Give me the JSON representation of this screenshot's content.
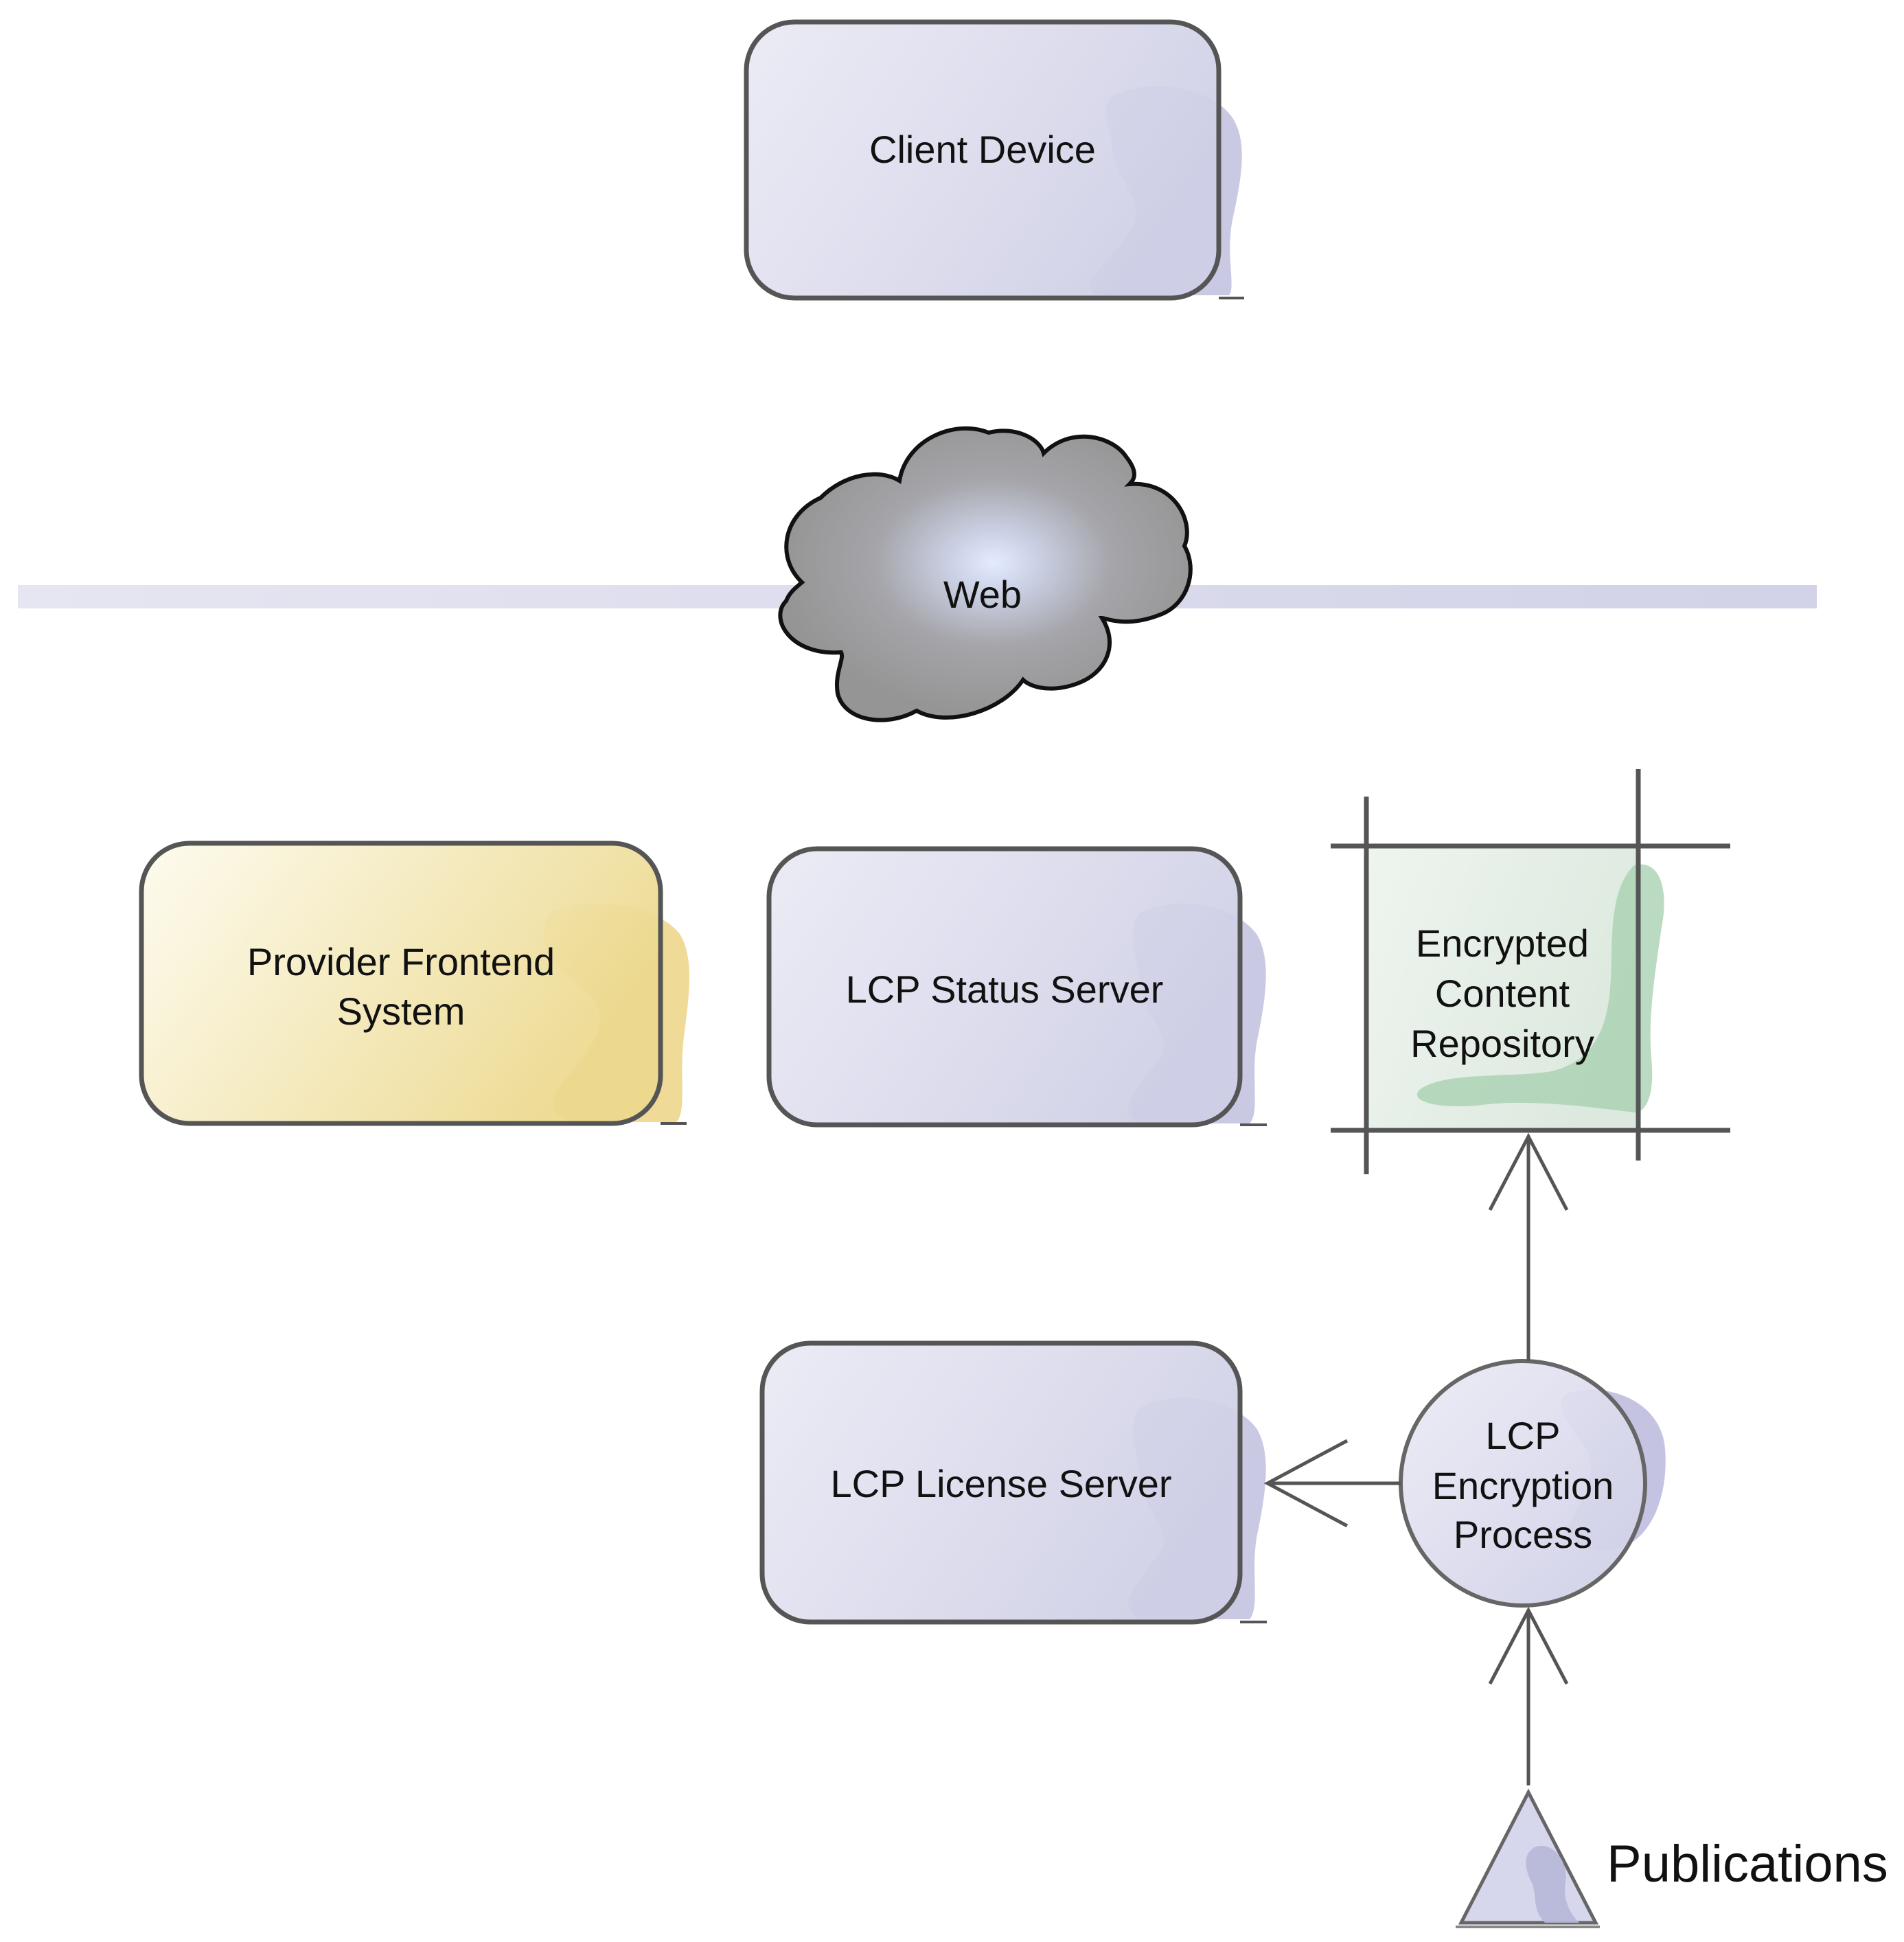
{
  "diagram": {
    "nodes": {
      "client_device": {
        "label": "Client Device"
      },
      "web": {
        "label": "Web"
      },
      "provider_frontend": {
        "label_line1": "Provider Frontend",
        "label_line2": "System"
      },
      "lcp_status_server": {
        "label": "LCP Status Server"
      },
      "encrypted_repository": {
        "label_line1": "Encrypted",
        "label_line2": "Content",
        "label_line3": "Repository"
      },
      "lcp_license_server": {
        "label": "LCP License Server"
      },
      "lcp_encryption_process": {
        "label_line1": "LCP",
        "label_line2": "Encryption",
        "label_line3": "Process"
      },
      "publications": {
        "label": "Publications"
      }
    },
    "edges": [
      {
        "from": "lcp_encryption_process",
        "to": "encrypted_repository"
      },
      {
        "from": "lcp_encryption_process",
        "to": "lcp_license_server"
      },
      {
        "from": "publications",
        "to": "lcp_encryption_process"
      }
    ],
    "colors": {
      "box_fill_light": "#e8e8f4",
      "box_fill_dark": "#c4c4e0",
      "box_shadow": "#b4b4d8",
      "provider_fill_light": "#fcf9e6",
      "provider_fill_dark": "#eed887",
      "repo_fill": "#e6f0e8",
      "repo_shadow": "#a8cfaf",
      "cloud_fill": "#999999",
      "cloud_glow": "#dde4f8",
      "web_bar": "#dadaea",
      "border": "#555555"
    }
  }
}
